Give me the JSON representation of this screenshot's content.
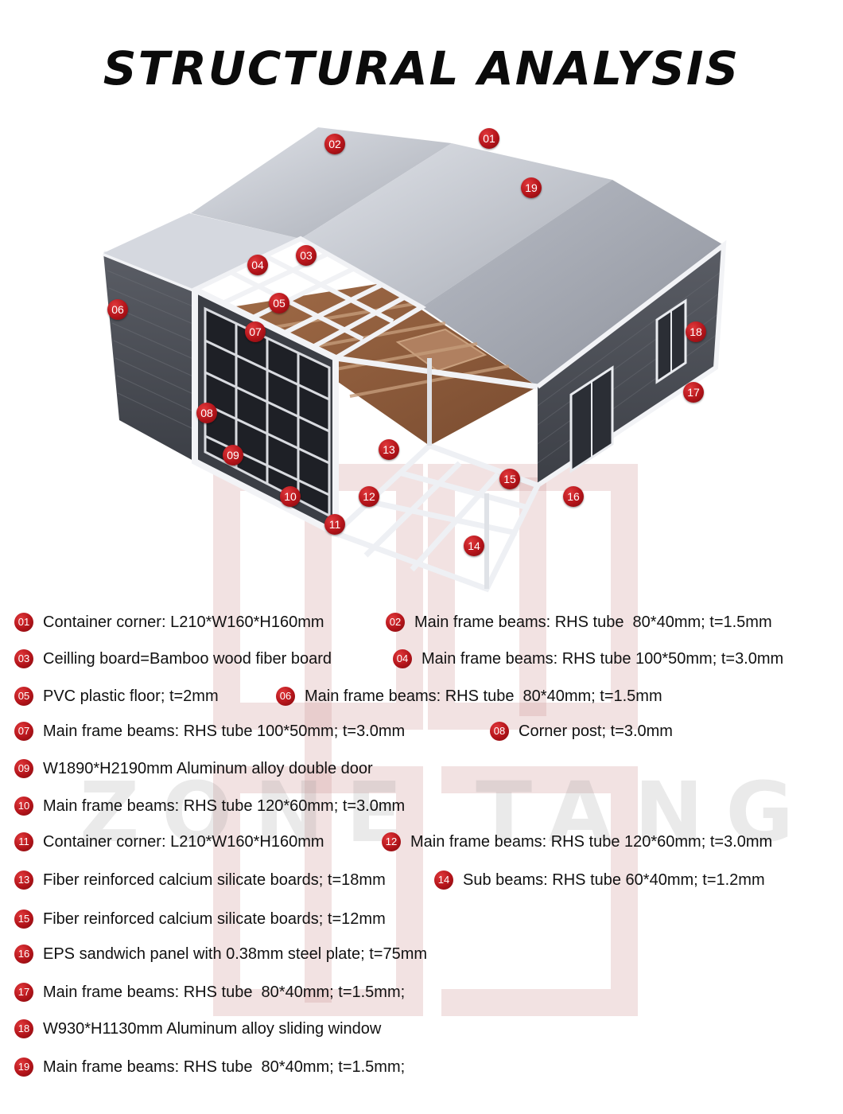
{
  "title": "STRUCTURAL ANALYSIS",
  "watermark": "ZONE TANG",
  "callouts": [
    {
      "num": "01",
      "name": "container-corner"
    },
    {
      "num": "02",
      "name": "main-frame-beam"
    },
    {
      "num": "03",
      "name": "ceiling-board"
    },
    {
      "num": "04",
      "name": "main-frame-beam"
    },
    {
      "num": "05",
      "name": "pvc-floor"
    },
    {
      "num": "06",
      "name": "main-frame-beam"
    },
    {
      "num": "07",
      "name": "main-frame-beam"
    },
    {
      "num": "08",
      "name": "corner-post"
    },
    {
      "num": "09",
      "name": "double-door"
    },
    {
      "num": "10",
      "name": "main-frame-beam"
    },
    {
      "num": "11",
      "name": "container-corner"
    },
    {
      "num": "12",
      "name": "main-frame-beam"
    },
    {
      "num": "13",
      "name": "calcium-silicate-board"
    },
    {
      "num": "14",
      "name": "sub-beam"
    },
    {
      "num": "15",
      "name": "calcium-silicate-board"
    },
    {
      "num": "16",
      "name": "eps-sandwich-panel"
    },
    {
      "num": "17",
      "name": "main-frame-beam"
    },
    {
      "num": "18",
      "name": "sliding-window"
    },
    {
      "num": "19",
      "name": "main-frame-beam"
    }
  ],
  "legend": [
    {
      "num": "01",
      "text": "Container corner: L210*W160*H160mm"
    },
    {
      "num": "02",
      "text": "Main frame beams: RHS tube  80*40mm; t=1.5mm"
    },
    {
      "num": "03",
      "text": "Ceilling board=Bamboo wood fiber board"
    },
    {
      "num": "04",
      "text": "Main frame beams: RHS tube 100*50mm; t=3.0mm"
    },
    {
      "num": "05",
      "text": "PVC plastic floor; t=2mm"
    },
    {
      "num": "06",
      "text": "Main frame beams: RHS tube  80*40mm; t=1.5mm"
    },
    {
      "num": "07",
      "text": "Main frame beams: RHS tube 100*50mm; t=3.0mm"
    },
    {
      "num": "08",
      "text": "Corner post; t=3.0mm"
    },
    {
      "num": "09",
      "text": "W1890*H2190mm Aluminum alloy double door"
    },
    {
      "num": "10",
      "text": "Main frame beams: RHS tube 120*60mm; t=3.0mm"
    },
    {
      "num": "11",
      "text": "Container corner: L210*W160*H160mm"
    },
    {
      "num": "12",
      "text": "Main frame beams: RHS tube 120*60mm; t=3.0mm"
    },
    {
      "num": "13",
      "text": "Fiber reinforced calcium silicate boards; t=18mm"
    },
    {
      "num": "14",
      "text": "Sub beams: RHS tube 60*40mm; t=1.2mm"
    },
    {
      "num": "15",
      "text": "Fiber reinforced calcium silicate boards; t=12mm"
    },
    {
      "num": "16",
      "text": "EPS sandwich panel with 0.38mm steel plate; t=75mm"
    },
    {
      "num": "17",
      "text": "Main frame beams: RHS tube  80*40mm; t=1.5mm;"
    },
    {
      "num": "18",
      "text": "W930*H1130mm Aluminum alloy sliding window"
    },
    {
      "num": "19",
      "text": "Main frame beams: RHS tube  80*40mm; t=1.5mm;"
    }
  ],
  "colors": {
    "badge": "#b4141a",
    "title": "#0b0b0b",
    "panel": "#4a4d54",
    "roof": "#c9ccd2",
    "floor_wood": "#8a5a3c",
    "frame": "#eef0f4",
    "watermark": "#e3c6c6"
  }
}
